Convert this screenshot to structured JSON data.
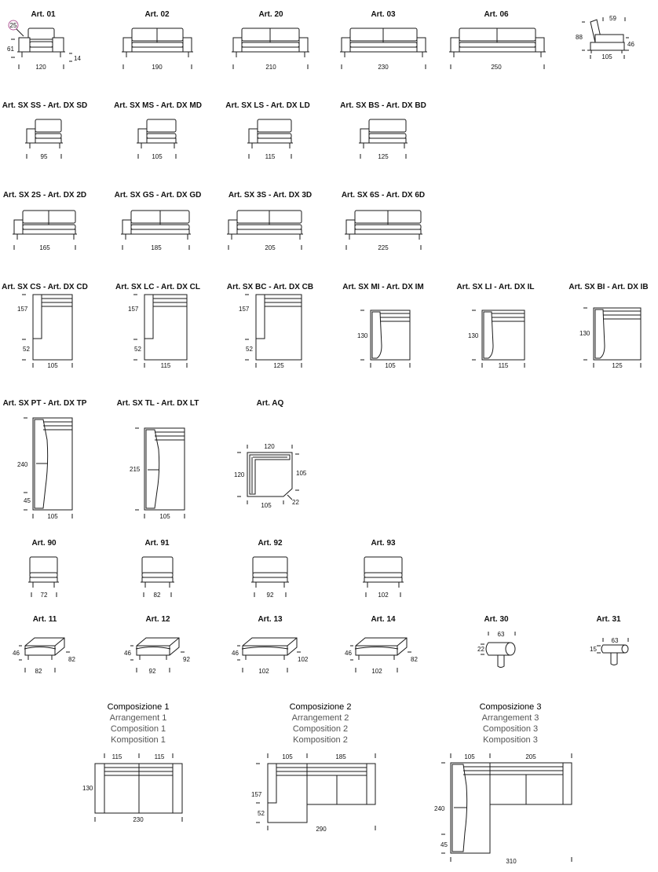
{
  "colors": {
    "line": "#1a1a1a",
    "subtitle": "#555555",
    "badge": "#9b2d7a"
  },
  "front": [
    {
      "label": "Art. 01",
      "w": "120",
      "seat_h": "61",
      "foot_h": "14",
      "arm_h": "25"
    },
    {
      "label": "Art. 02",
      "w": "190"
    },
    {
      "label": "Art. 20",
      "w": "210"
    },
    {
      "label": "Art. 03",
      "w": "230"
    },
    {
      "label": "Art. 06",
      "w": "250"
    }
  ],
  "side": {
    "h": "88",
    "back_h": "59",
    "seat_h": "46",
    "depth": "105"
  },
  "row2": [
    {
      "label": "Art. SX SS - Art. DX SD",
      "w": "95"
    },
    {
      "label": "Art. SX MS - Art. DX MD",
      "w": "105"
    },
    {
      "label": "Art. SX LS - Art. DX LD",
      "w": "115"
    },
    {
      "label": "Art. SX BS - Art. DX BD",
      "w": "125"
    }
  ],
  "row3": [
    {
      "label": "Art. SX 2S - Art. DX 2D",
      "w": "165"
    },
    {
      "label": "Art. SX GS - Art. DX GD",
      "w": "185"
    },
    {
      "label": "Art. SX 3S - Art. DX 3D",
      "w": "205"
    },
    {
      "label": "Art. SX 6S - Art. DX 6D",
      "w": "225"
    }
  ],
  "row4": [
    {
      "label": "Art. SX CS - Art. DX CD",
      "w": "105",
      "h": "157",
      "h2": "52"
    },
    {
      "label": "Art. SX LC - Art. DX CL",
      "w": "115",
      "h": "157",
      "h2": "52"
    },
    {
      "label": "Art. SX BC - Art. DX CB",
      "w": "125",
      "h": "157",
      "h2": "52"
    },
    {
      "label": "Art. SX MI - Art. DX IM",
      "w": "105",
      "h": "130"
    },
    {
      "label": "Art. SX LI - Art. DX IL",
      "w": "115",
      "h": "130"
    },
    {
      "label": "Art. SX BI - Art. DX IB",
      "w": "125",
      "h": "130"
    }
  ],
  "row5": [
    {
      "label": "Art. SX PT - Art. DX TP",
      "w": "105",
      "h": "240",
      "h2": "45"
    },
    {
      "label": "Art. SX TL - Art. DX LT",
      "w": "105",
      "h": "215"
    },
    {
      "label": "Art. AQ",
      "a": "120",
      "b": "120",
      "c": "105",
      "d": "105",
      "e": "22"
    }
  ],
  "row6": [
    {
      "label": "Art. 90",
      "w": "72"
    },
    {
      "label": "Art. 91",
      "w": "82"
    },
    {
      "label": "Art. 92",
      "w": "92"
    },
    {
      "label": "Art. 93",
      "w": "102"
    }
  ],
  "row7": [
    {
      "label": "Art. 11",
      "h": "46",
      "w": "82",
      "d": "82"
    },
    {
      "label": "Art. 12",
      "h": "46",
      "w": "92",
      "d": "92"
    },
    {
      "label": "Art. 13",
      "h": "46",
      "w": "102",
      "d": "102"
    },
    {
      "label": "Art. 14",
      "h": "46",
      "w": "102",
      "d": "82"
    },
    {
      "label": "Art. 30",
      "h": "22",
      "w": "63"
    },
    {
      "label": "Art. 31",
      "h": "15",
      "w": "63"
    }
  ],
  "compositions": [
    {
      "t1": "Composizione 1",
      "t2": "Arrangement 1",
      "t3": "Composition 1",
      "t4": "Komposition 1",
      "a": "115",
      "b": "115",
      "h": "130",
      "w": "230"
    },
    {
      "t1": "Composizione 2",
      "t2": "Arrangement 2",
      "t3": "Composition 2",
      "t4": "Komposition 2",
      "a": "105",
      "b": "185",
      "h": "157",
      "h2": "52",
      "w": "290"
    },
    {
      "t1": "Composizione 3",
      "t2": "Arrangement 3",
      "t3": "Composition 3",
      "t4": "Komposition 3",
      "a": "105",
      "b": "205",
      "h": "240",
      "h2": "45",
      "w": "310"
    }
  ]
}
